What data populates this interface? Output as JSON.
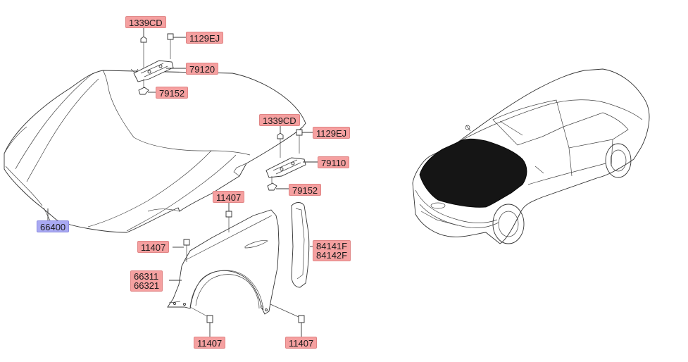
{
  "labels": {
    "bolt_1339cd_top": "1339CD",
    "bolt_1129ej_top": "1129EJ",
    "hinge_79120": "79120",
    "clip_79152_top": "79152",
    "bolt_1339cd_mid": "1339CD",
    "bolt_1129ej_mid": "1129EJ",
    "hinge_79110": "79110",
    "clip_79152_mid": "79152",
    "hood_66400": "66400",
    "bolt_11407_top": "11407",
    "bolt_11407_left": "11407",
    "fender_66311": "66311",
    "fender_66321": "66321",
    "trim_84141f": "84141F",
    "trim_84142f": "84142F",
    "bolt_11407_bottom_left": "11407",
    "bolt_11407_bottom_right": "11407"
  },
  "colors": {
    "label_pink": "#f5a0a0",
    "label_blue": "#a9a9f2",
    "highlight_dark": "#151515"
  }
}
